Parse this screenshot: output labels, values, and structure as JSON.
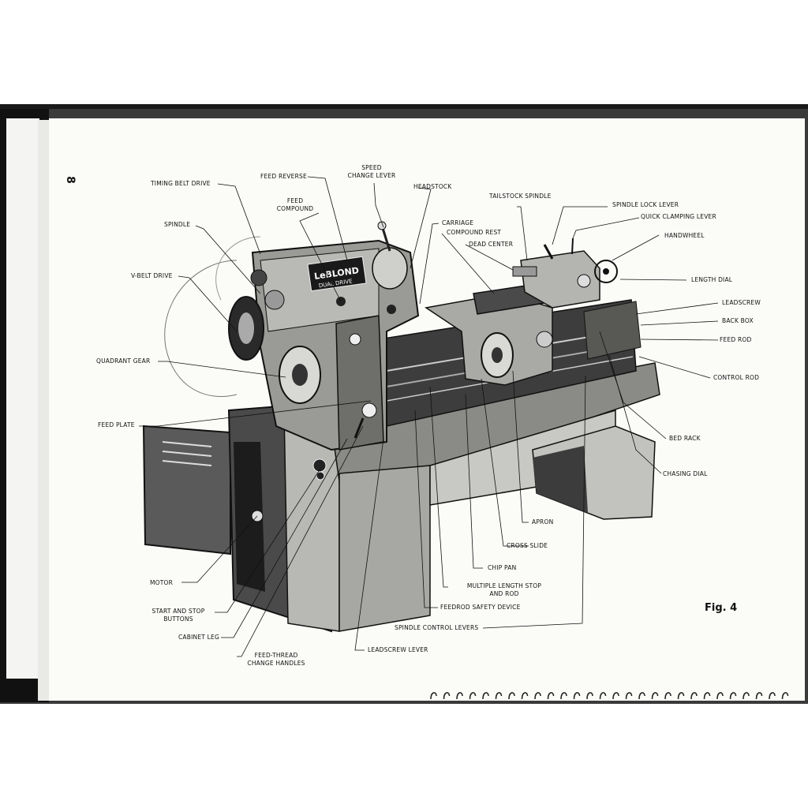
{
  "page": {
    "number": "8",
    "figure": "Fig. 4"
  },
  "labels": {
    "timing_belt_drive": "TIMING BELT DRIVE",
    "feed_reverse": "FEED REVERSE",
    "speed_change_lever_1": "SPEED",
    "speed_change_lever_2": "CHANGE LEVER",
    "headstock": "HEADSTOCK",
    "feed_compound_1": "FEED",
    "feed_compound_2": "COMPOUND",
    "tailstock_spindle": "TAILSTOCK SPINDLE",
    "spindle_lock_lever": "SPINDLE LOCK LEVER",
    "quick_clamping_lever": "QUICK CLAMPING LEVER",
    "handwheel": "HANDWHEEL",
    "spindle": "SPINDLE",
    "carriage": "CARRIAGE",
    "compound_rest": "COMPOUND REST",
    "dead_center": "DEAD CENTER",
    "length_dial": "LENGTH DIAL",
    "v_belt_drive": "V-BELT DRIVE",
    "leadscrew": "LEADSCREW",
    "back_box": "BACK BOX",
    "feed_rod": "FEED ROD",
    "quadrant_gear": "QUADRANT GEAR",
    "control_rod": "CONTROL ROD",
    "feed_plate": "FEED PLATE",
    "bed_rack": "BED RACK",
    "chasing_dial": "CHASING DIAL",
    "apron": "APRON",
    "cross_slide": "CROSS SLIDE",
    "chip_pan": "CHIP PAN",
    "motor": "MOTOR",
    "multiple_length_stop_1": "MULTIPLE LENGTH STOP",
    "multiple_length_stop_2": "AND ROD",
    "feedrod_safety_device": "FEEDROD SAFETY DEVICE",
    "start_stop_buttons_1": "START AND STOP",
    "start_stop_buttons_2": "BUTTONS",
    "spindle_control_levers": "SPINDLE CONTROL LEVERS",
    "cabinet_leg": "CABINET LEG",
    "leadscrew_lever": "LEADSCREW LEVER",
    "feed_thread_1": "FEED-THREAD",
    "feed_thread_2": "CHANGE HANDLES"
  },
  "nameplate": {
    "brand": "LeBLOND",
    "model": "DUAL DRIVE"
  }
}
